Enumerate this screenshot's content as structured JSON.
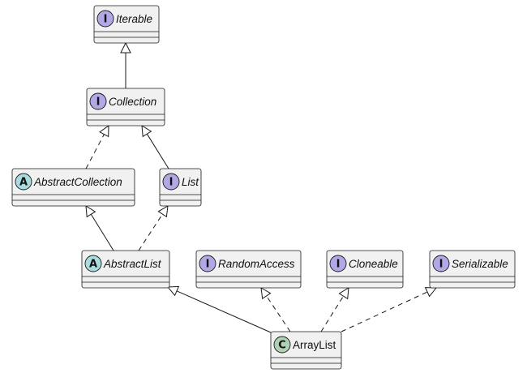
{
  "colors": {
    "box_fill": "#f1f1f1",
    "box_stroke": "#181818",
    "interface_badge": "#b4a7e5",
    "abstract_badge": "#a9dcdf",
    "class_badge": "#add1b2",
    "edge": "#181818"
  },
  "classes": [
    {
      "id": "iterable",
      "name": "Iterable",
      "kind": "interface",
      "badge": "I"
    },
    {
      "id": "collection",
      "name": "Collection",
      "kind": "interface",
      "badge": "I"
    },
    {
      "id": "abstract-collection",
      "name": "AbstractCollection",
      "kind": "abstract",
      "badge": "A"
    },
    {
      "id": "list",
      "name": "List",
      "kind": "interface",
      "badge": "I"
    },
    {
      "id": "abstract-list",
      "name": "AbstractList",
      "kind": "abstract",
      "badge": "A"
    },
    {
      "id": "random-access",
      "name": "RandomAccess",
      "kind": "interface",
      "badge": "I"
    },
    {
      "id": "cloneable",
      "name": "Cloneable",
      "kind": "interface",
      "badge": "I"
    },
    {
      "id": "serializable",
      "name": "Serializable",
      "kind": "interface",
      "badge": "I"
    },
    {
      "id": "array-list",
      "name": "ArrayList",
      "kind": "class",
      "badge": "C"
    }
  ],
  "relations": [
    {
      "from": "collection",
      "to": "iterable",
      "type": "extends"
    },
    {
      "from": "abstract-collection",
      "to": "collection",
      "type": "implements"
    },
    {
      "from": "list",
      "to": "collection",
      "type": "extends"
    },
    {
      "from": "abstract-list",
      "to": "abstract-collection",
      "type": "extends"
    },
    {
      "from": "abstract-list",
      "to": "list",
      "type": "implements"
    },
    {
      "from": "array-list",
      "to": "abstract-list",
      "type": "extends"
    },
    {
      "from": "array-list",
      "to": "random-access",
      "type": "implements"
    },
    {
      "from": "array-list",
      "to": "cloneable",
      "type": "implements"
    },
    {
      "from": "array-list",
      "to": "serializable",
      "type": "implements"
    }
  ]
}
